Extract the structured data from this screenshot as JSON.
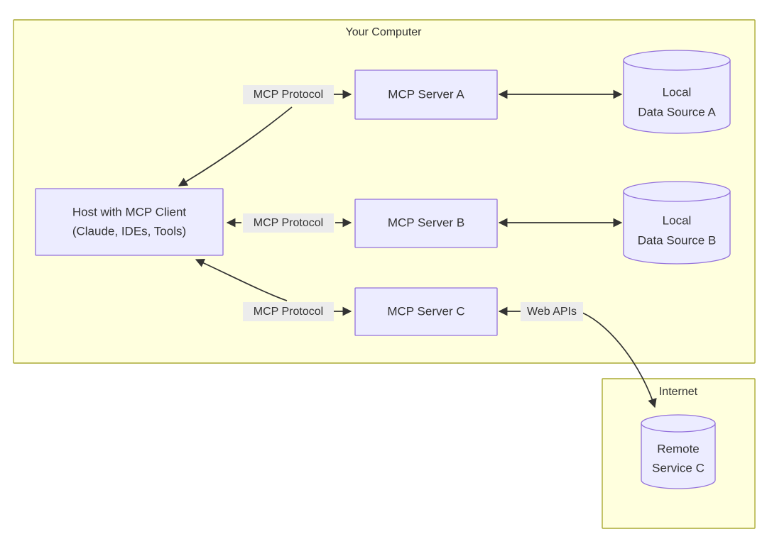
{
  "diagram": {
    "type": "flowchart",
    "title_visible": false,
    "colors": {
      "cluster_fill": "#ffffde",
      "cluster_stroke": "#aaaa33",
      "node_fill": "#ececff",
      "node_stroke": "#9370db",
      "edge_stroke": "#333333",
      "edge_label_bg": "#ececec",
      "text": "#333333",
      "page_background": "#ffffff"
    },
    "clusters": [
      {
        "id": "your-computer",
        "title": "Your Computer"
      },
      {
        "id": "internet",
        "title": "Internet"
      }
    ],
    "nodes": [
      {
        "id": "host",
        "shape": "rect",
        "lines": [
          "Host with MCP Client",
          "(Claude, IDEs, Tools)"
        ]
      },
      {
        "id": "server-a",
        "shape": "rect",
        "lines": [
          "MCP Server A"
        ]
      },
      {
        "id": "server-b",
        "shape": "rect",
        "lines": [
          "MCP Server B"
        ]
      },
      {
        "id": "server-c",
        "shape": "rect",
        "lines": [
          "MCP Server C"
        ]
      },
      {
        "id": "data-source-a",
        "shape": "cylinder",
        "lines": [
          "Local",
          "Data Source A"
        ]
      },
      {
        "id": "data-source-b",
        "shape": "cylinder",
        "lines": [
          "Local",
          "Data Source B"
        ]
      },
      {
        "id": "remote-service-c",
        "shape": "cylinder",
        "lines": [
          "Remote",
          "Service C"
        ]
      }
    ],
    "edges": [
      {
        "id": "edge-host-server-a",
        "from": "host",
        "to": "server-a",
        "label": "MCP Protocol",
        "direction": "bidirectional"
      },
      {
        "id": "edge-host-server-b",
        "from": "host",
        "to": "server-b",
        "label": "MCP Protocol",
        "direction": "bidirectional"
      },
      {
        "id": "edge-host-server-c",
        "from": "host",
        "to": "server-c",
        "label": "MCP Protocol",
        "direction": "bidirectional"
      },
      {
        "id": "edge-server-a-data-a",
        "from": "server-a",
        "to": "data-source-a",
        "label": "",
        "direction": "bidirectional"
      },
      {
        "id": "edge-server-b-data-b",
        "from": "server-b",
        "to": "data-source-b",
        "label": "",
        "direction": "bidirectional"
      },
      {
        "id": "edge-server-c-remote-c",
        "from": "server-c",
        "to": "remote-service-c",
        "label": "Web APIs",
        "direction": "bidirectional"
      }
    ],
    "labels": {
      "your_computer": "Your Computer",
      "internet": "Internet",
      "mcp_protocol": "MCP Protocol",
      "web_apis": "Web APIs",
      "host_line1": "Host with MCP Client",
      "host_line2": "(Claude, IDEs, Tools)",
      "server_a": "MCP Server A",
      "server_b": "MCP Server B",
      "server_c": "MCP Server C",
      "local": "Local",
      "data_source_a": "Data Source A",
      "data_source_b": "Data Source B",
      "remote": "Remote",
      "service_c": "Service C"
    }
  }
}
